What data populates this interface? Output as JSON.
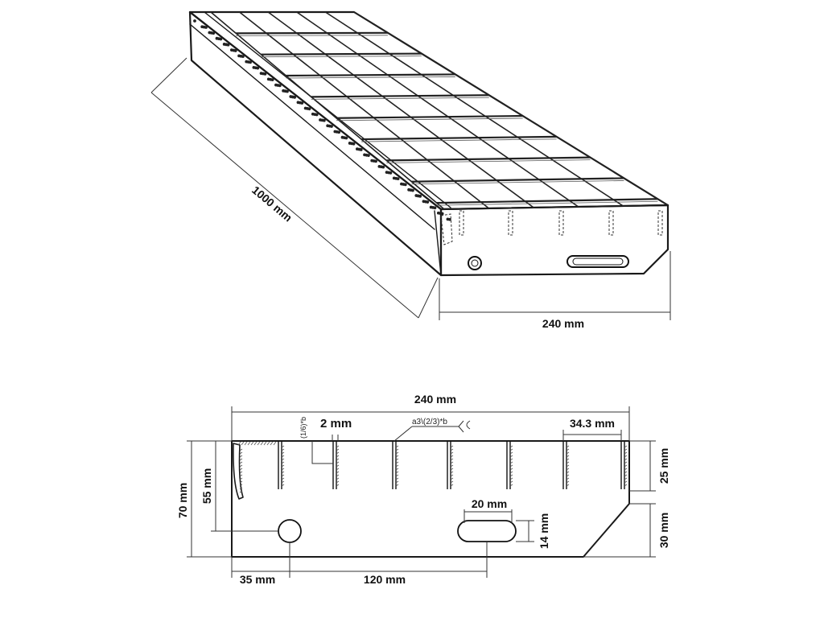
{
  "iso_view": {
    "length_label": "1000 mm",
    "width_label": "240 mm"
  },
  "side_view": {
    "overall_width_label": "240 mm",
    "bar_thickness_label": "2 mm",
    "fraction_note": "(1/6)*b",
    "weld_note": "a3\\(2/3)*b",
    "pitch_label": "34.3 mm",
    "upper_height_label": "25 mm",
    "lower_height_label": "30 mm",
    "overall_height_label": "70 mm",
    "inner_height_label": "55 mm",
    "slot_width_label": "20 mm",
    "slot_height_label": "14 mm",
    "hole_offset_label": "35 mm",
    "slot_offset_label": "120 mm"
  }
}
